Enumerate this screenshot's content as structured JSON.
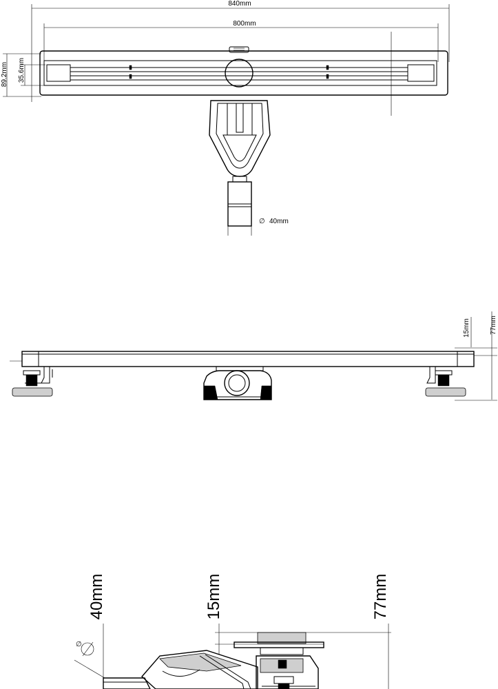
{
  "top_view": {
    "dim_total_length": "840mm",
    "dim_inner_length": "800mm",
    "dim_total_width": "89.2mm",
    "dim_inner_width": "35.6mm",
    "dim_outlet_diameter": "40mm",
    "diameter_symbol": "∅"
  },
  "side_view": {
    "dim_grate_height": "15mm",
    "dim_total_height": "77mm"
  },
  "section_view": {
    "dim_outlet": "40mm",
    "dim_grate": "15mm",
    "dim_total": "77mm",
    "diameter_symbol": "∅"
  }
}
